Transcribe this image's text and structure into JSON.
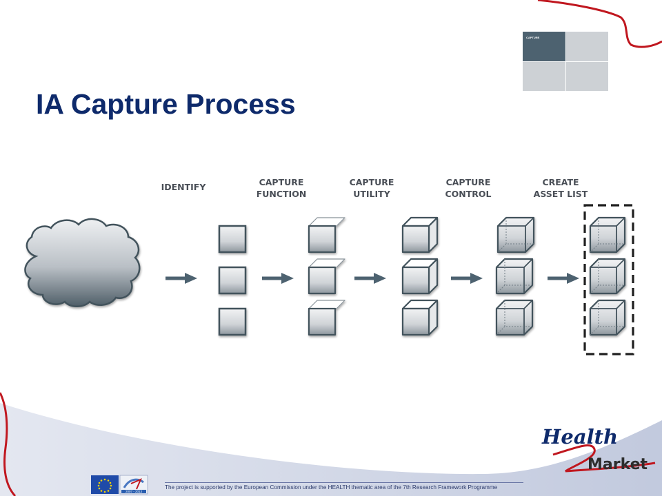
{
  "slide": {
    "title": "IA Capture Process",
    "footer": "The project is supported by the European Commission under the HEALTH thematic area of the 7th Research Framework Programme"
  },
  "stages": [
    {
      "label": "IDENTIFY"
    },
    {
      "label": "CAPTURE\nFUNCTION"
    },
    {
      "label": "CAPTURE\nUTILITY"
    },
    {
      "label": "CAPTURE\nCONTROL"
    },
    {
      "label": "CREATE\nASSET LIST"
    }
  ],
  "thumbnail": {
    "active_label": "CAPTURE"
  },
  "logos": {
    "brand_word_1": "Health",
    "brand_word_2": "Market",
    "fp7_years": "2007 - 2013"
  },
  "colors": {
    "title": "#0e2a6b",
    "decor_line": "#c0171f",
    "footer_band": "#c7cee0",
    "arrow": "#4d6270",
    "box_dark": "#4d6270"
  }
}
